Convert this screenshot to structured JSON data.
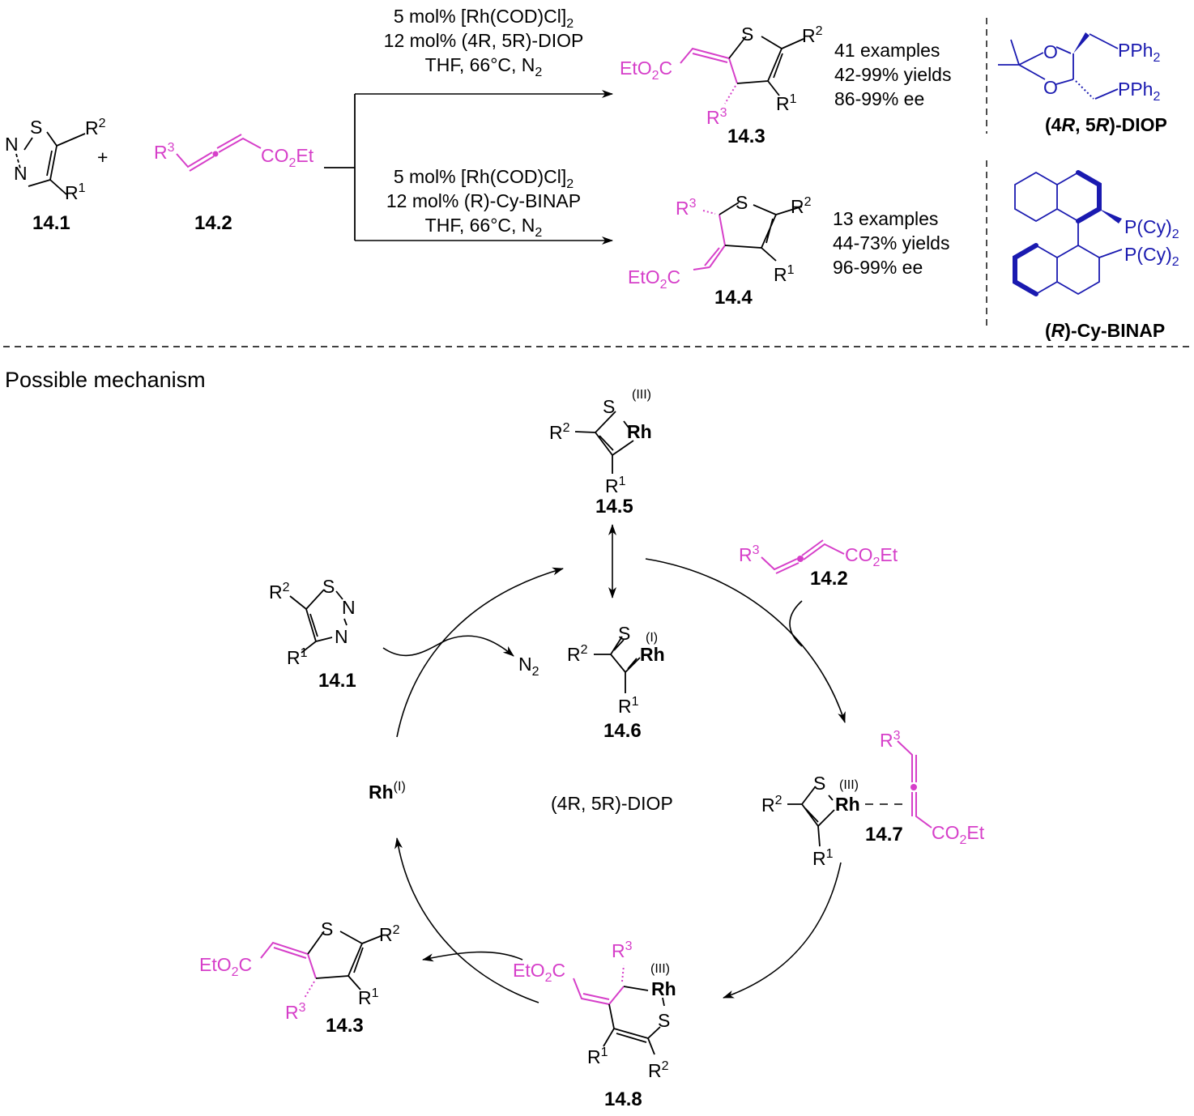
{
  "colors": {
    "highlight": "#d63fc9",
    "ligand": "#1a1ab0",
    "text": "#000000"
  },
  "reaction": {
    "reactant1": {
      "label": "14.1",
      "S": "S",
      "N1": "N",
      "N2": "N",
      "R2": "R",
      "R2sup": "2",
      "R1": "R",
      "R1sup": "1"
    },
    "plus": "+",
    "reactant2": {
      "label": "14.2",
      "R3": "R",
      "R3sup": "3",
      "ester": "CO",
      "ester_sub": "2",
      "ester_tail": "Et"
    },
    "top_conditions": {
      "line1": "5 mol% [Rh(COD)Cl]",
      "line1_sub": "2",
      "line2": "12 mol% (4R, 5R)-DIOP",
      "line3": "THF, 66°C, N",
      "line3_sub": "2"
    },
    "bottom_conditions": {
      "line1": "5 mol% [Rh(COD)Cl]",
      "line1_sub": "2",
      "line2": "12 mol% (R)-Cy-BINAP",
      "line3": "THF, 66°C, N",
      "line3_sub": "2"
    },
    "product_top": {
      "label": "14.3",
      "stats": [
        "41 examples",
        "42-99% yields",
        "86-99% ee"
      ]
    },
    "product_bottom": {
      "label": "14.4",
      "stats": [
        "13 examples",
        "44-73% yields",
        "96-99% ee"
      ]
    },
    "ligand_top": {
      "name_pre": "(4",
      "name_r1": "R",
      "name_mid": ", 5",
      "name_r2": "R",
      "name_post": ")-DIOP",
      "group": "PPh",
      "group_sub": "2",
      "O": "O"
    },
    "ligand_bottom": {
      "name_pre": "(",
      "name_r": "R",
      "name_post": ")-Cy-BINAP",
      "group": "P(Cy)",
      "group_sub": "2"
    }
  },
  "mechanism": {
    "title": "Possible mechanism",
    "catalyst": {
      "text": "Rh",
      "sup": "(I)"
    },
    "ligand_label": "(4R, 5R)-DIOP",
    "byproduct": {
      "text": "N",
      "sub": "2"
    },
    "intermediates": [
      {
        "label": "14.5",
        "metal": "Rh",
        "oxidation": "(III)"
      },
      {
        "label": "14.6",
        "metal": "Rh",
        "oxidation": "(I)"
      },
      {
        "label": "14.7",
        "metal": "Rh",
        "oxidation": "(III)"
      },
      {
        "label": "14.8",
        "metal": "Rh",
        "oxidation": "(III)"
      }
    ],
    "substrate_label": "14.1",
    "allene_label": "14.2",
    "product_label": "14.3"
  }
}
